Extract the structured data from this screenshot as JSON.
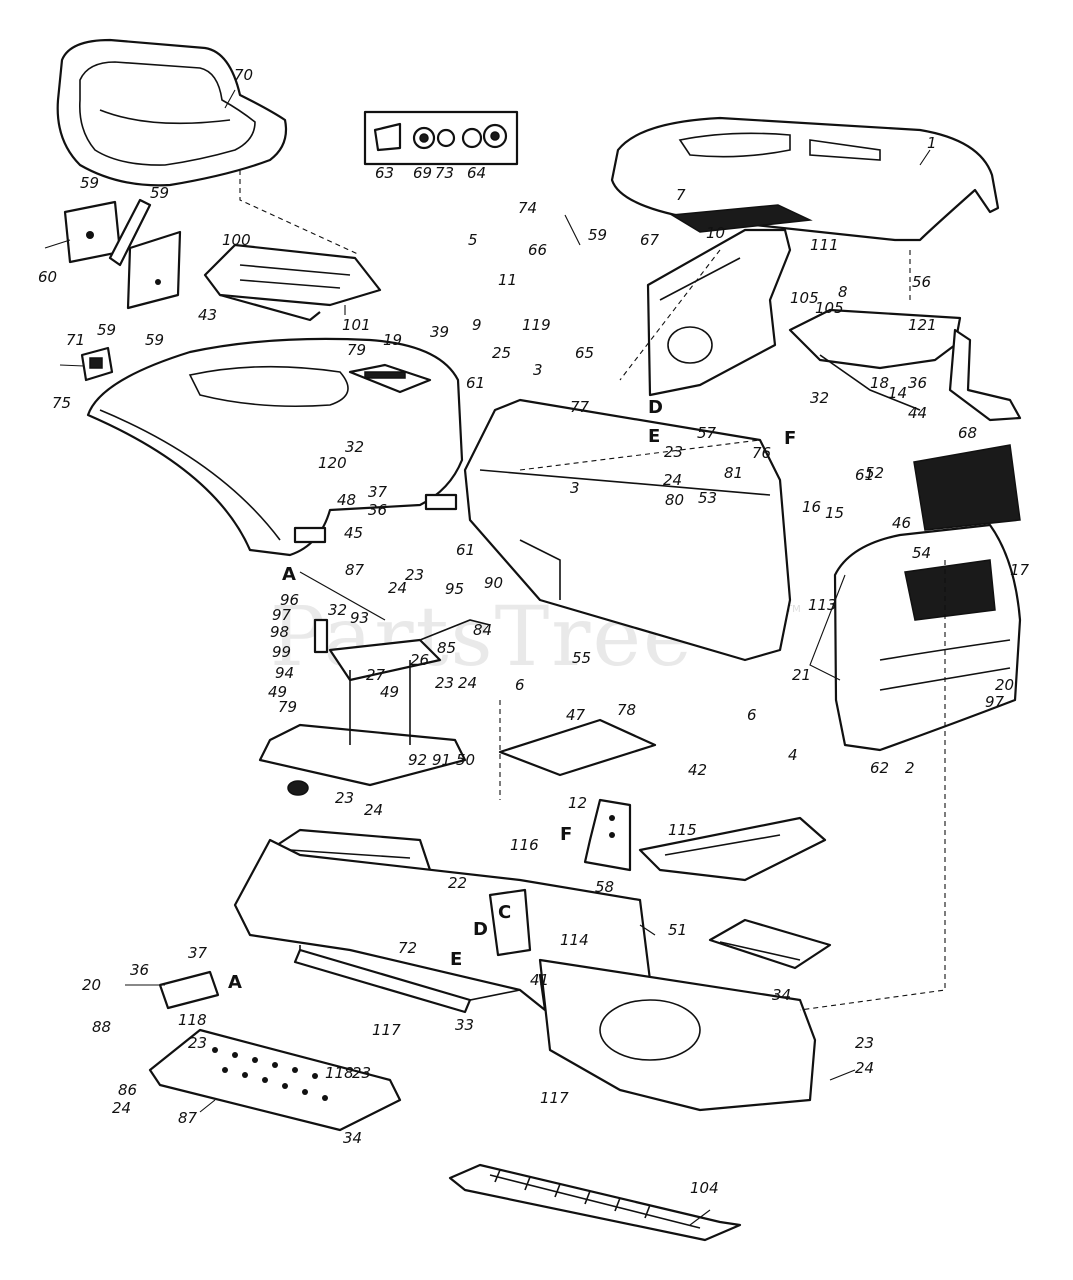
{
  "watermark": {
    "text": "PartsTree",
    "trademark": "TM"
  },
  "callouts": [
    {
      "id": "c70",
      "text": "70"
    },
    {
      "id": "c63",
      "text": "63"
    },
    {
      "id": "c69",
      "text": "69"
    },
    {
      "id": "c73",
      "text": "73"
    },
    {
      "id": "c64",
      "text": "64"
    },
    {
      "id": "c1",
      "text": "1"
    },
    {
      "id": "c59a",
      "text": "59"
    },
    {
      "id": "c59b",
      "text": "59"
    },
    {
      "id": "c59c",
      "text": "59"
    },
    {
      "id": "c59d",
      "text": "59"
    },
    {
      "id": "c60",
      "text": "60"
    },
    {
      "id": "c100",
      "text": "100"
    },
    {
      "id": "c101",
      "text": "101"
    },
    {
      "id": "c5",
      "text": "5"
    },
    {
      "id": "c9",
      "text": "9"
    },
    {
      "id": "c74",
      "text": "74"
    },
    {
      "id": "c59e",
      "text": "59"
    },
    {
      "id": "c67",
      "text": "67"
    },
    {
      "id": "c66",
      "text": "66"
    },
    {
      "id": "c7",
      "text": "7"
    },
    {
      "id": "c10",
      "text": "10"
    },
    {
      "id": "c111",
      "text": "111"
    },
    {
      "id": "c56",
      "text": "56"
    },
    {
      "id": "c11",
      "text": "11"
    },
    {
      "id": "c119",
      "text": "119"
    },
    {
      "id": "c105a",
      "text": "105"
    },
    {
      "id": "c105b",
      "text": "105"
    },
    {
      "id": "c8",
      "text": "8"
    },
    {
      "id": "c121",
      "text": "121"
    },
    {
      "id": "c43",
      "text": "43"
    },
    {
      "id": "c79",
      "text": "79"
    },
    {
      "id": "c19",
      "text": "19"
    },
    {
      "id": "c39",
      "text": "39"
    },
    {
      "id": "c71",
      "text": "71"
    },
    {
      "id": "c75",
      "text": "75"
    },
    {
      "id": "c25",
      "text": "25"
    },
    {
      "id": "c3a",
      "text": "3"
    },
    {
      "id": "c65",
      "text": "65"
    },
    {
      "id": "c61a",
      "text": "61"
    },
    {
      "id": "c77",
      "text": "77"
    },
    {
      "id": "c18",
      "text": "18"
    },
    {
      "id": "c14",
      "text": "14"
    },
    {
      "id": "c36a",
      "text": "36"
    },
    {
      "id": "c32a",
      "text": "32"
    },
    {
      "id": "c44",
      "text": "44"
    },
    {
      "id": "c57",
      "text": "57"
    },
    {
      "id": "c76",
      "text": "76"
    },
    {
      "id": "c23a",
      "text": "23"
    },
    {
      "id": "c81",
      "text": "81"
    },
    {
      "id": "c24a",
      "text": "24"
    },
    {
      "id": "c32b",
      "text": "32"
    },
    {
      "id": "c120",
      "text": "120"
    },
    {
      "id": "c3b",
      "text": "3"
    },
    {
      "id": "c52",
      "text": "52"
    },
    {
      "id": "c68",
      "text": "68"
    },
    {
      "id": "c48",
      "text": "48"
    },
    {
      "id": "c37a",
      "text": "37"
    },
    {
      "id": "c36b",
      "text": "36"
    },
    {
      "id": "c80",
      "text": "80"
    },
    {
      "id": "c53",
      "text": "53"
    },
    {
      "id": "c61b",
      "text": "61"
    },
    {
      "id": "c61c",
      "text": "61"
    },
    {
      "id": "c46",
      "text": "46"
    },
    {
      "id": "c45",
      "text": "45"
    },
    {
      "id": "c16",
      "text": "16"
    },
    {
      "id": "c15",
      "text": "15"
    },
    {
      "id": "c54",
      "text": "54"
    },
    {
      "id": "c17",
      "text": "17"
    },
    {
      "id": "c87a",
      "text": "87"
    },
    {
      "id": "c23b",
      "text": "23"
    },
    {
      "id": "c24b",
      "text": "24"
    },
    {
      "id": "c95",
      "text": "95"
    },
    {
      "id": "c90",
      "text": "90"
    },
    {
      "id": "c96",
      "text": "96"
    },
    {
      "id": "c97a",
      "text": "97"
    },
    {
      "id": "c32c",
      "text": "32"
    },
    {
      "id": "c93",
      "text": "93"
    },
    {
      "id": "c84",
      "text": "84"
    },
    {
      "id": "c98",
      "text": "98"
    },
    {
      "id": "c85",
      "text": "85"
    },
    {
      "id": "c26",
      "text": "26"
    },
    {
      "id": "c99",
      "text": "99"
    },
    {
      "id": "c27",
      "text": "27"
    },
    {
      "id": "c94",
      "text": "94"
    },
    {
      "id": "c49a",
      "text": "49"
    },
    {
      "id": "c49b",
      "text": "49"
    },
    {
      "id": "c55",
      "text": "55"
    },
    {
      "id": "c113",
      "text": "113"
    },
    {
      "id": "c21",
      "text": "21"
    },
    {
      "id": "c6a",
      "text": "6"
    },
    {
      "id": "c6b",
      "text": "6"
    },
    {
      "id": "c20a",
      "text": "20"
    },
    {
      "id": "c97b",
      "text": "97"
    },
    {
      "id": "c23c",
      "text": "23"
    },
    {
      "id": "c24c",
      "text": "24"
    },
    {
      "id": "c79b",
      "text": "79"
    },
    {
      "id": "c47",
      "text": "47"
    },
    {
      "id": "c78",
      "text": "78"
    },
    {
      "id": "c62",
      "text": "62"
    },
    {
      "id": "c2",
      "text": "2"
    },
    {
      "id": "c92",
      "text": "92"
    },
    {
      "id": "c91",
      "text": "91"
    },
    {
      "id": "c50",
      "text": "50"
    },
    {
      "id": "c42",
      "text": "42"
    },
    {
      "id": "c4",
      "text": "4"
    },
    {
      "id": "c23d",
      "text": "23"
    },
    {
      "id": "c24d",
      "text": "24"
    },
    {
      "id": "c12",
      "text": "12"
    },
    {
      "id": "c115",
      "text": "115"
    },
    {
      "id": "c116",
      "text": "116"
    },
    {
      "id": "c58",
      "text": "58"
    },
    {
      "id": "c22",
      "text": "22"
    },
    {
      "id": "c72",
      "text": "72"
    },
    {
      "id": "c114",
      "text": "114"
    },
    {
      "id": "c51",
      "text": "51"
    },
    {
      "id": "c41",
      "text": "41"
    },
    {
      "id": "c34a",
      "text": "34"
    },
    {
      "id": "c37b",
      "text": "37"
    },
    {
      "id": "c36c",
      "text": "36"
    },
    {
      "id": "c20b",
      "text": "20"
    },
    {
      "id": "c88",
      "text": "88"
    },
    {
      "id": "c117a",
      "text": "117"
    },
    {
      "id": "c33",
      "text": "33"
    },
    {
      "id": "c118a",
      "text": "118"
    },
    {
      "id": "c23e",
      "text": "23"
    },
    {
      "id": "c118b",
      "text": "118"
    },
    {
      "id": "c23f",
      "text": "23"
    },
    {
      "id": "c86",
      "text": "86"
    },
    {
      "id": "c24e",
      "text": "24"
    },
    {
      "id": "c117b",
      "text": "117"
    },
    {
      "id": "c87b",
      "text": "87"
    },
    {
      "id": "c34b",
      "text": "34"
    },
    {
      "id": "c23g",
      "text": "23"
    },
    {
      "id": "c24f",
      "text": "24"
    },
    {
      "id": "c104",
      "text": "104"
    }
  ],
  "reference_letters": [
    {
      "id": "lA1",
      "text": "A"
    },
    {
      "id": "lA2",
      "text": "A"
    },
    {
      "id": "lD1",
      "text": "D"
    },
    {
      "id": "lE1",
      "text": "E"
    },
    {
      "id": "lF1",
      "text": "F"
    },
    {
      "id": "lF2",
      "text": "F"
    },
    {
      "id": "lC",
      "text": "C"
    },
    {
      "id": "lD2",
      "text": "D"
    },
    {
      "id": "lE2",
      "text": "E"
    }
  ]
}
